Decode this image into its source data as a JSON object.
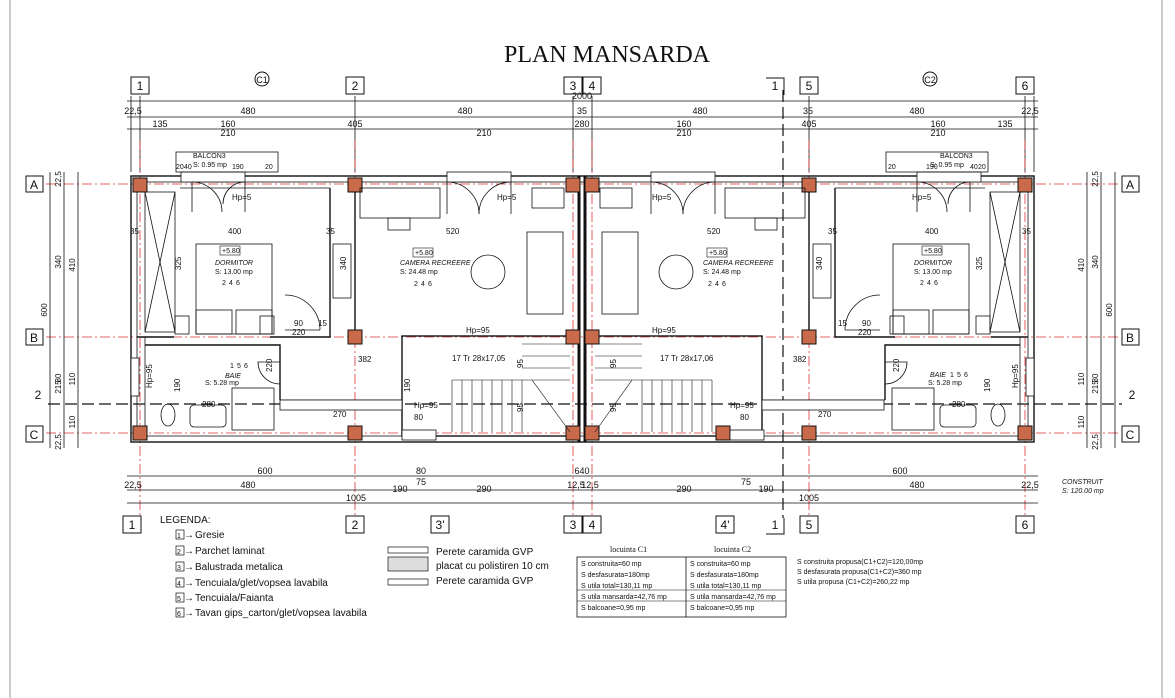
{
  "title": "PLAN MANSARDA",
  "grid_axes": {
    "top": [
      "1",
      "2",
      "3",
      "4",
      "5",
      "6"
    ],
    "bottom": [
      "1",
      "2",
      "3'",
      "3",
      "4",
      "4'",
      "5",
      "6"
    ],
    "rows": [
      "A",
      "B",
      "2",
      "C"
    ],
    "marker": "1",
    "units": [
      "C1",
      "C2"
    ]
  },
  "dimensions_top": {
    "overall": "2000",
    "row2": [
      "22,5",
      "480",
      "35",
      "480",
      "35",
      "480",
      "480",
      "22,5"
    ],
    "row3": [
      "135",
      "160",
      "405",
      "280",
      "160",
      "405",
      "160",
      "135"
    ],
    "row3b": [
      "210",
      "210",
      "210",
      "210"
    ]
  },
  "dimensions_left": [
    "22,5",
    "410",
    "340",
    "600",
    "80",
    "110",
    "215",
    "110",
    "22,5"
  ],
  "dimensions_right": [
    "22,5",
    "410",
    "340",
    "600",
    "80",
    "110",
    "215",
    "110",
    "22,5"
  ],
  "dimensions_bottom": {
    "row1": [
      "600",
      "80",
      "640",
      "600"
    ],
    "row2": [
      "22,5",
      "480",
      "190",
      "75",
      "290",
      "12,5",
      "12,5",
      "290",
      "75",
      "190",
      "480",
      "22,5"
    ],
    "row3": [
      "1005",
      "1005"
    ]
  },
  "balconies": [
    {
      "label": "BALCON3",
      "area": "S: 0.95 mp",
      "dims": [
        "20",
        "40",
        "190",
        "20"
      ]
    },
    {
      "label": "BALCON3",
      "area": "S: 0.95 mp",
      "dims": [
        "20",
        "190",
        "40",
        "20"
      ]
    }
  ],
  "rooms": [
    {
      "name": "DORMITOR",
      "area": "S: 13.00 mp",
      "level": "+5.80",
      "codes": [
        "2",
        "4",
        "6"
      ]
    },
    {
      "name": "CAMERA RECREERE",
      "area": "S: 24.48 mp",
      "level": "+5.80",
      "codes": [
        "2",
        "4",
        "6"
      ]
    },
    {
      "name": "CAMERA RECREERE",
      "area": "S: 24.48 mp",
      "level": "+5.80",
      "codes": [
        "2",
        "4",
        "6"
      ]
    },
    {
      "name": "DORMITOR",
      "area": "S: 13.00 mp",
      "level": "+5.80",
      "codes": [
        "2",
        "4",
        "6"
      ]
    },
    {
      "name": "BAIE",
      "area": "S: 5.28 mp",
      "codes": [
        "1",
        "5",
        "6"
      ]
    },
    {
      "name": "BAIE",
      "area": "S: 5.28 mp",
      "codes": [
        "1",
        "5",
        "6"
      ]
    }
  ],
  "interior_labels": {
    "hp5": "Hp=5",
    "hp95": "Hp=95",
    "stairs": "17 Tr 28x17,05",
    "stairs2": "17 Tr 28x17,06",
    "width400": "400",
    "width520": "520",
    "width382": "382",
    "width270": "270",
    "width280": "280",
    "dim35": "35",
    "dim325": "325",
    "dim340": "340",
    "dim190": "190",
    "dim90": "90",
    "dim220": "220",
    "dim80": "80",
    "dim15": "15",
    "dim110": "110",
    "dim95": "95"
  },
  "construit": {
    "label": "CONSTRUIT",
    "area": "S: 120.00 mp"
  },
  "legend": {
    "title": "LEGENDA:",
    "items": [
      {
        "code": "1",
        "text": "Gresie"
      },
      {
        "code": "2",
        "text": "Parchet laminat"
      },
      {
        "code": "3",
        "text": "Balustrada metalica"
      },
      {
        "code": "4",
        "text": "Tencuiala/glet/vopsea lavabila"
      },
      {
        "code": "5",
        "text": "Tencuiala/Faianta"
      },
      {
        "code": "6",
        "text": "Tavan gips_carton/glet/vopsea lavabila"
      }
    ],
    "walls": [
      "Perete caramida GVP",
      "placat cu polistiren 10 cm",
      "Perete caramida GVP"
    ]
  },
  "areas_table": {
    "headers": [
      "locuinta C1",
      "locuinta C2"
    ],
    "c1": [
      "S construita=60 mp",
      "S desfasurata=180mp",
      "S utila total=130,11 mp",
      "S utila mansarda=42,76 mp",
      "S balcoane=0,95 mp"
    ],
    "c2": [
      "S construita=60 mp",
      "S desfasurata=180mp",
      "S utila total=130,11 mp",
      "S utila mansarda=42,76 mp",
      "S balcoane=0,95 mp"
    ]
  },
  "totals": [
    "S construita propusa(C1+C2)=120,00mp",
    "S desfasurata propusa(C1+C2)=360 mp",
    "S utila propusa (C1+C2)=260,22 mp"
  ]
}
